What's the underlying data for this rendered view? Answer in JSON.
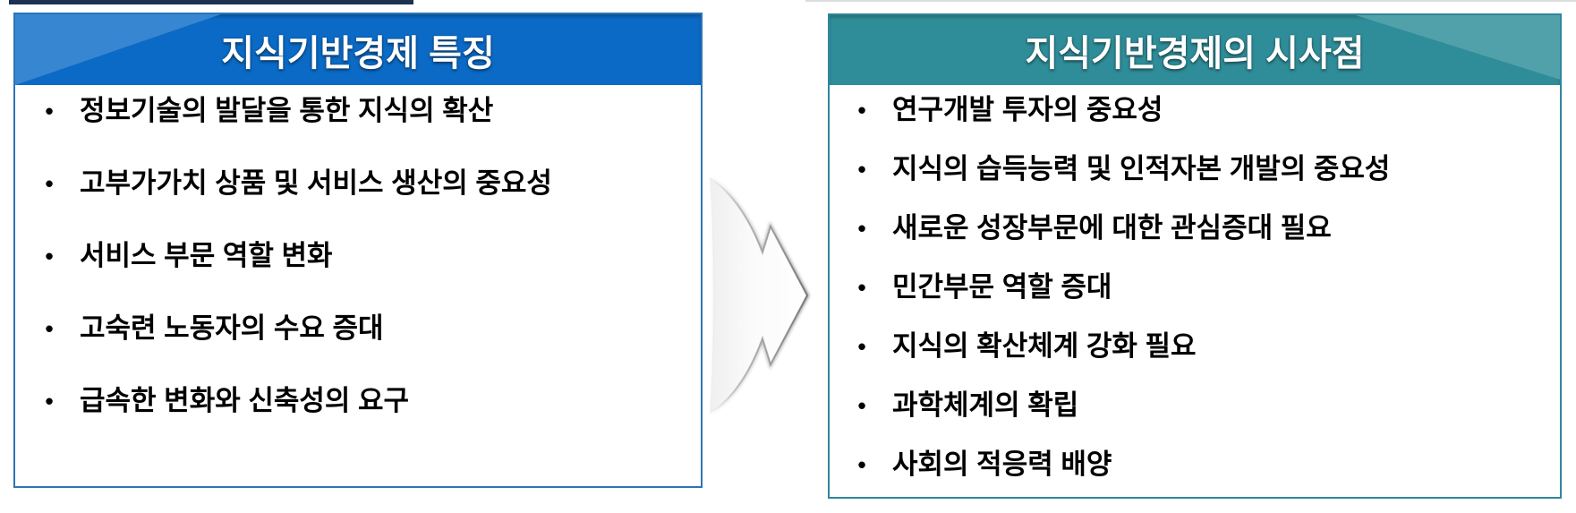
{
  "ui": {
    "bullet": "•"
  },
  "colors": {
    "top_bar": "#1d3251",
    "left_header": "#0B6AC6",
    "left_header_highlight": "#3786D2",
    "left_border": "#2E75B6",
    "right_header": "#2F8D99",
    "right_header_highlight": "#51A1AB",
    "right_border": "#31859C",
    "title_text": "#FFFFFF",
    "body_text": "#000000"
  },
  "left_panel": {
    "title": "지식기반경제 특징",
    "items": [
      "정보기술의 발달을 통한 지식의 확산",
      "고부가가치 상품 및 서비스 생산의 중요성",
      "서비스 부문 역할 변화",
      "고숙련 노동자의 수요 증대",
      "급속한 변화와 신축성의 요구"
    ]
  },
  "right_panel": {
    "title": "지식기반경제의 시사점",
    "items": [
      "연구개발 투자의 중요성",
      "지식의 습득능력 및 인적자본 개발의 중요성",
      "새로운 성장부문에 대한 관심증대 필요",
      "민간부문 역할 증대",
      "지식의 확산체계 강화 필요",
      "과학체계의 확립",
      "사회의 적응력 배양"
    ]
  },
  "arrow": {
    "direction": "right"
  }
}
